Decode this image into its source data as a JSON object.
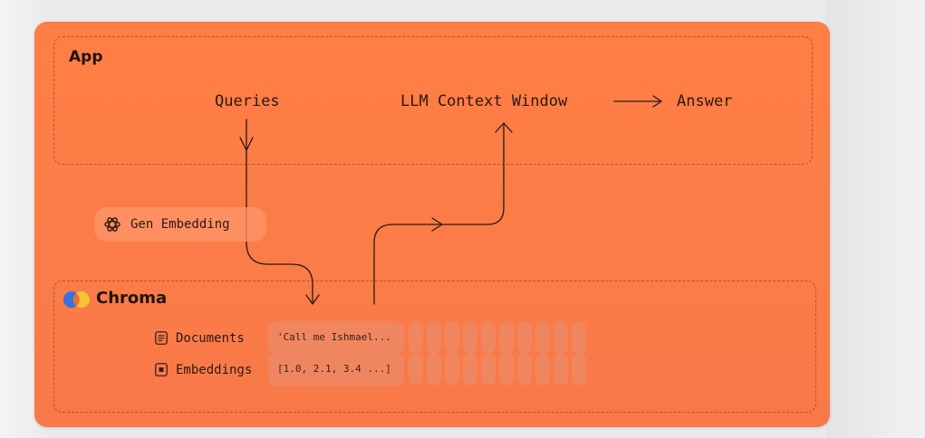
{
  "app_region": {
    "title": "App"
  },
  "flow": {
    "queries": "Queries",
    "llm_context_window": "LLM Context Window",
    "answer": "Answer"
  },
  "gen_embedding": {
    "label": "Gen Embedding",
    "icon": "openai-logo-icon"
  },
  "chroma_region": {
    "title": "Chroma",
    "logo_colors": [
      "#3b6fe0",
      "#f5c531"
    ]
  },
  "rows": {
    "documents": {
      "label": "Documents",
      "value": "'Call me Ishmael...",
      "icon": "document-icon"
    },
    "embeddings": {
      "label": "Embeddings",
      "value": "[1.0, 2.1, 3.4 ...]",
      "icon": "embedding-icon"
    }
  },
  "colors": {
    "card": "#fb7c48",
    "ink": "#2b1a12",
    "cell": "#ef8660"
  }
}
